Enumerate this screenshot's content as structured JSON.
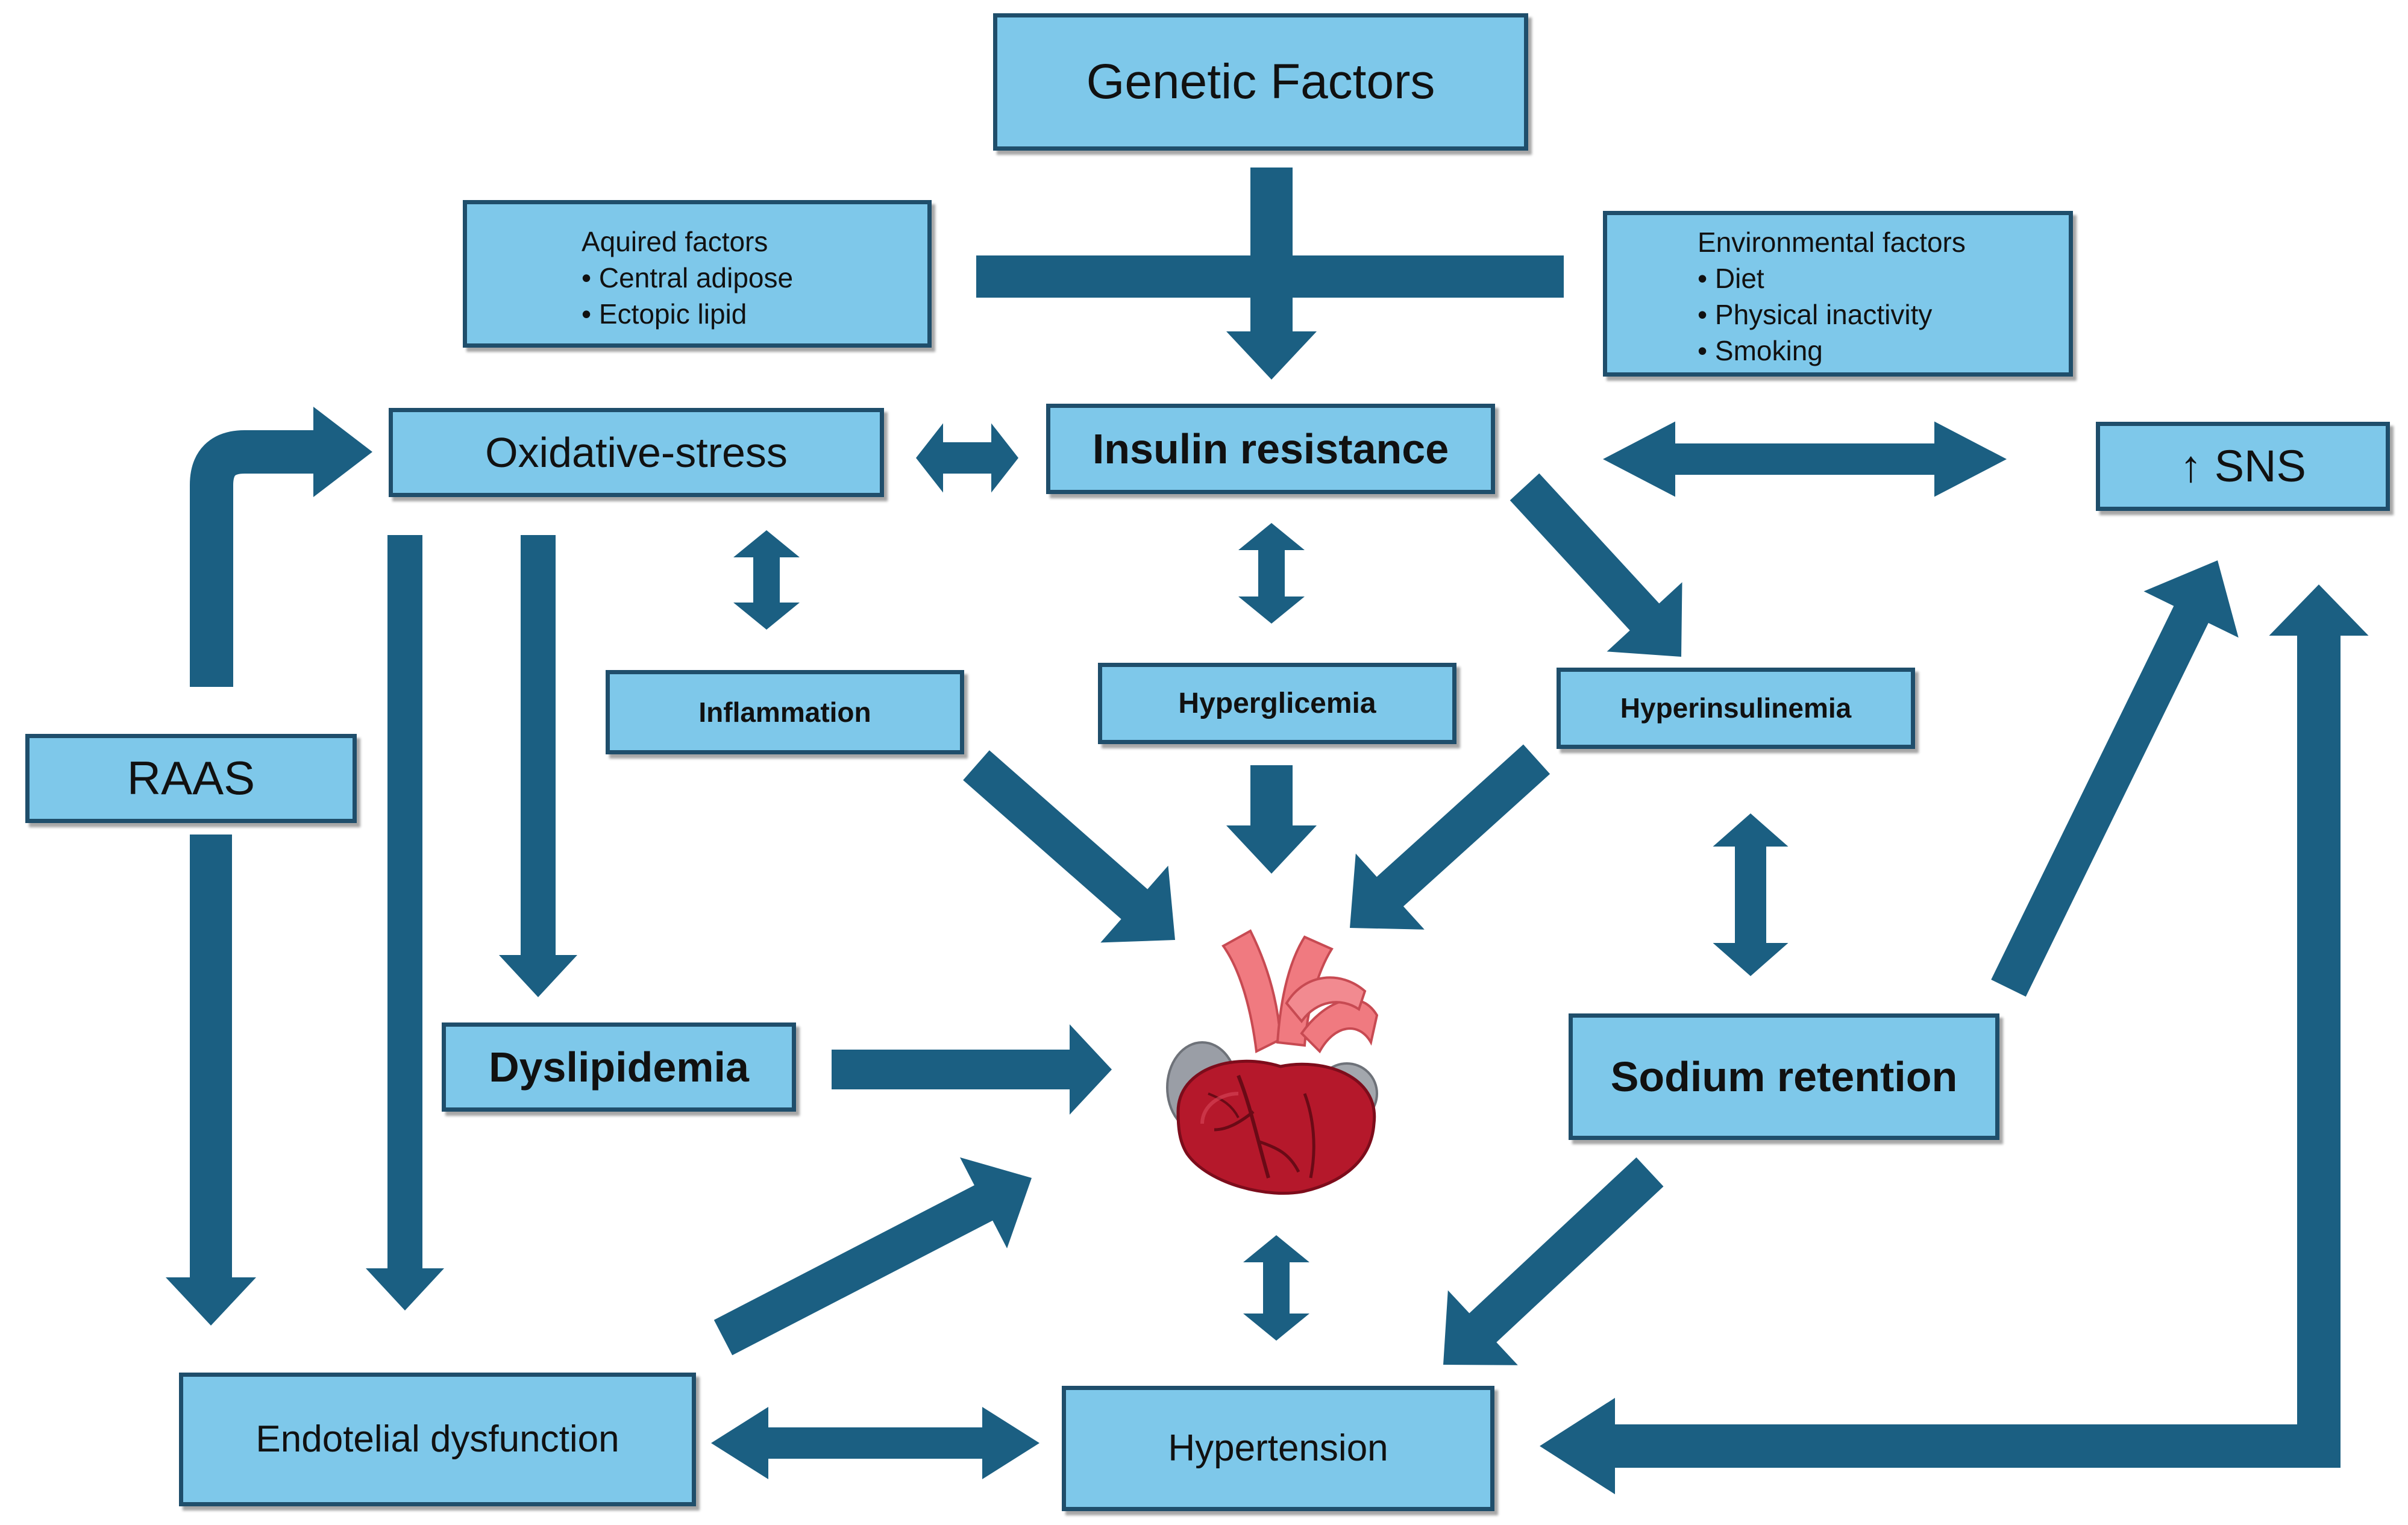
{
  "colors": {
    "box_fill": "#7ec8ea",
    "box_border": "#1f4e6b",
    "arrow": "#1b5f82",
    "heart_red": "#b5182b",
    "heart_dark": "#7d0c1b",
    "heart_pink": "#f07a80",
    "heart_grey": "#9a9ea6"
  },
  "boxes": {
    "genetic": "Genetic Factors",
    "acquired": {
      "title": "Aquired factors",
      "items": [
        "Central adipose",
        "Ectopic lipid"
      ]
    },
    "environmental": {
      "title": "Environmental factors",
      "items": [
        "Diet",
        "Physical inactivity",
        "Smoking"
      ]
    },
    "oxidative": "Oxidative-stress",
    "insulin": "Insulin resistance",
    "sns": "↑ SNS",
    "inflammation": "Inflammation",
    "hyperglicemia": "Hyperglicemia",
    "hyperinsulinemia": "Hyperinsulinemia",
    "raas": "RAAS",
    "dyslipidemia": "Dyslipidemia",
    "sodium": "Sodium retention",
    "endotelial": "Endotelial dysfunction",
    "hypertension": "Hypertension"
  },
  "icons": {
    "center": "heart-icon"
  }
}
